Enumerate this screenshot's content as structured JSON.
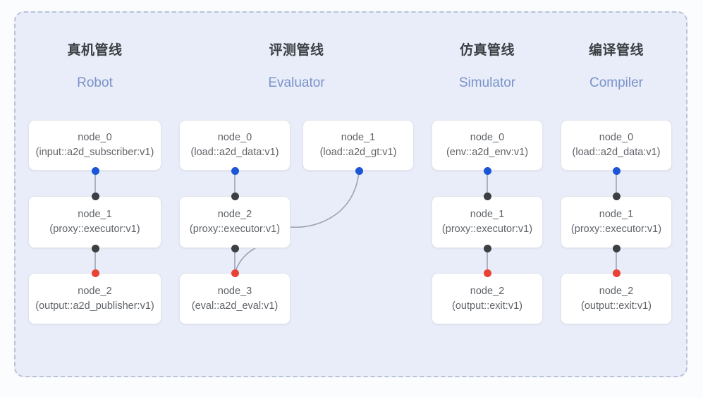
{
  "diagram": {
    "title_hidden": "",
    "colors": {
      "container_bg": "#e8edf9",
      "container_border": "#b9c2d6",
      "node_bg": "#ffffff",
      "node_border": "#e1e4ea",
      "header_cn": "#3c4043",
      "header_en": "#7b92c9",
      "node_text": "#5f6368",
      "dot_source": "#1a56d6",
      "dot_middle": "#3c4043",
      "dot_sink": "#ea4335",
      "edge_line": "#9aa3b5"
    },
    "columns": [
      {
        "id": "robot",
        "title_cn": "真机管线",
        "title_en": "Robot",
        "nodes": [
          {
            "id": "robot-node-0",
            "name": "node_0",
            "spec": "(input::a2d_subscriber:v1)"
          },
          {
            "id": "robot-node-1",
            "name": "node_1",
            "spec": "(proxy::executor:v1)"
          },
          {
            "id": "robot-node-2",
            "name": "node_2",
            "spec": "(output::a2d_publisher:v1)"
          }
        ]
      },
      {
        "id": "evaluator",
        "title_cn": "评测管线",
        "title_en": "Evaluator",
        "nodes": [
          {
            "id": "eval-node-0",
            "name": "node_0",
            "spec": "(load::a2d_data:v1)"
          },
          {
            "id": "eval-node-1",
            "name": "node_1",
            "spec": "(load::a2d_gt:v1)"
          },
          {
            "id": "eval-node-2",
            "name": "node_2",
            "spec": "(proxy::executor:v1)"
          },
          {
            "id": "eval-node-3",
            "name": "node_3",
            "spec": "(eval::a2d_eval:v1)"
          }
        ]
      },
      {
        "id": "simulator",
        "title_cn": "仿真管线",
        "title_en": "Simulator",
        "nodes": [
          {
            "id": "sim-node-0",
            "name": "node_0",
            "spec": "(env::a2d_env:v1)"
          },
          {
            "id": "sim-node-1",
            "name": "node_1",
            "spec": "(proxy::executor:v1)"
          },
          {
            "id": "sim-node-2",
            "name": "node_2",
            "spec": "(output::exit:v1)"
          }
        ]
      },
      {
        "id": "compiler",
        "title_cn": "编译管线",
        "title_en": "Compiler",
        "nodes": [
          {
            "id": "comp-node-0",
            "name": "node_0",
            "spec": "(load::a2d_data:v1)"
          },
          {
            "id": "comp-node-1",
            "name": "node_1",
            "spec": "(proxy::executor:v1)"
          },
          {
            "id": "comp-node-2",
            "name": "node_2",
            "spec": "(output::exit:v1)"
          }
        ]
      }
    ]
  }
}
